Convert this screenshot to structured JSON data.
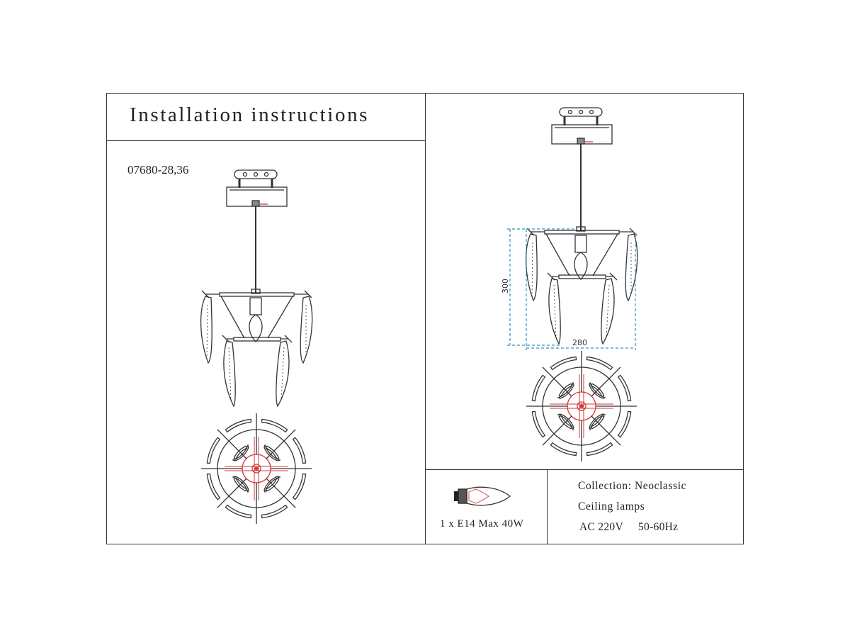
{
  "header": {
    "title": "Installation instructions"
  },
  "product": {
    "model": "07680-28,36"
  },
  "dimensions": {
    "height_label": "300",
    "width_label": "280"
  },
  "bulb": {
    "icon": "candle-bulb-icon",
    "spec": "1 x E14 Max 40W"
  },
  "specs": {
    "collection": "Collection: Neoclassic",
    "type": "Ceiling lamps",
    "voltage": "AC 220V",
    "frequency": "50-60Hz"
  },
  "colors": {
    "line": "#333333",
    "accent_red": "#d23a3a",
    "dimension_blue": "#3a8fc0"
  }
}
